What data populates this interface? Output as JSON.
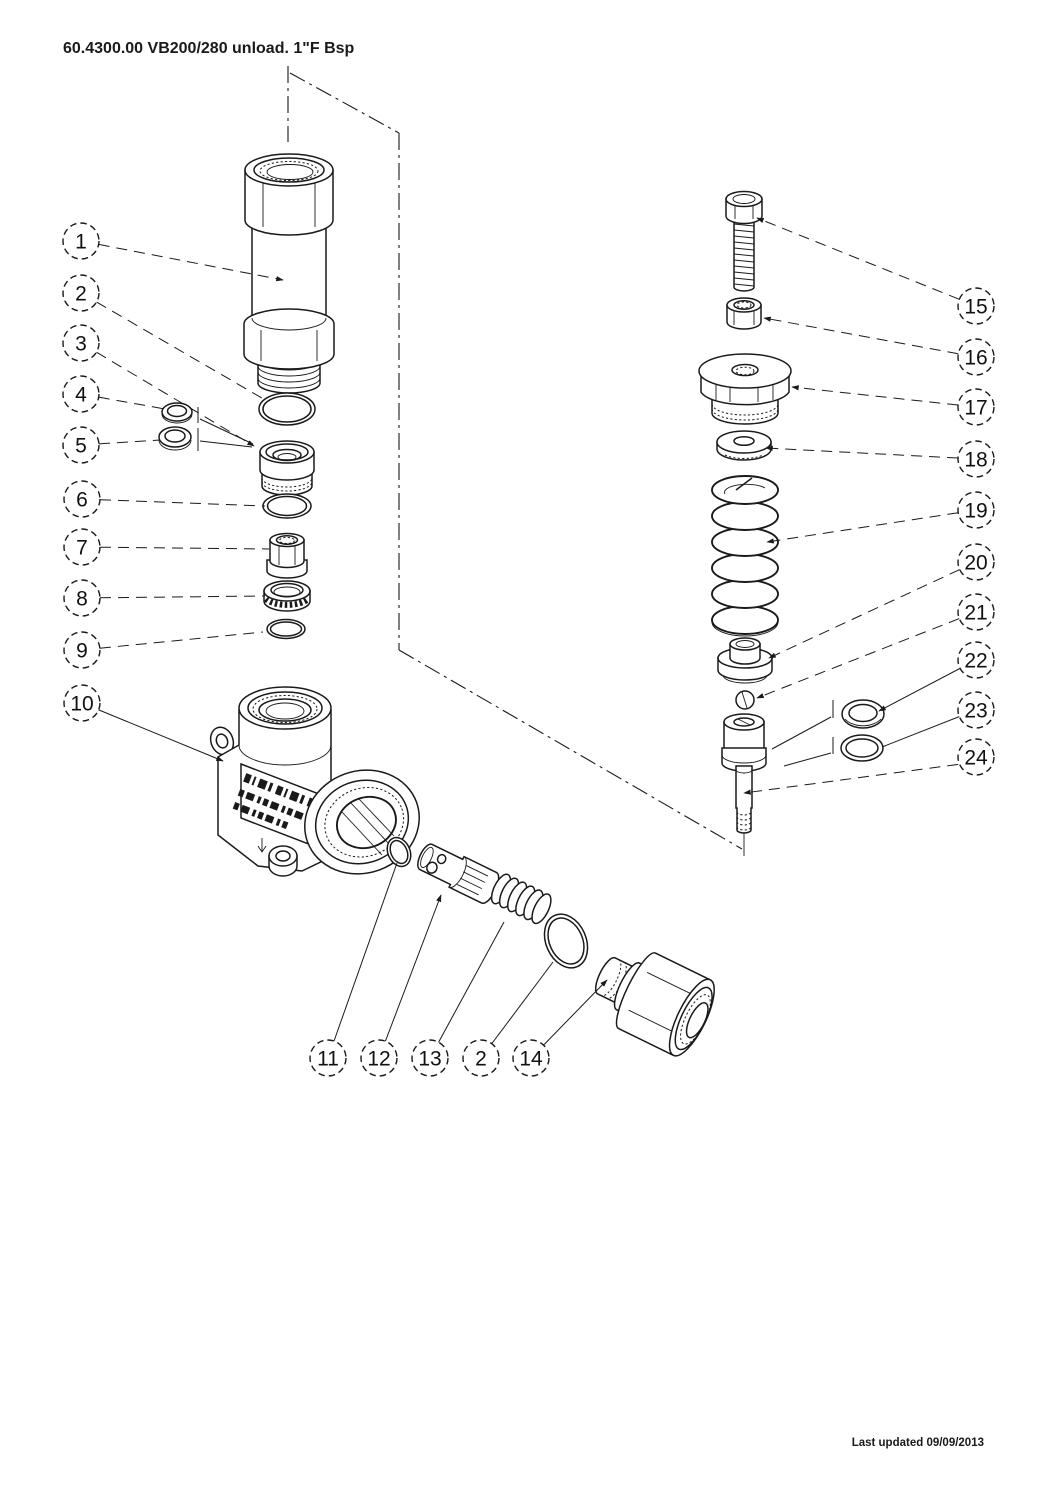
{
  "page": {
    "title": "60.4300.00 VB200/280 unload. 1\"F Bsp",
    "footer": "Last updated 09/09/2013"
  },
  "colors": {
    "ink": "#1a1a1a",
    "paper": "#ffffff"
  },
  "callouts": {
    "left": [
      "1",
      "2",
      "3",
      "4",
      "5",
      "6",
      "7",
      "8",
      "9",
      "10"
    ],
    "bottom": [
      "11",
      "12",
      "13",
      "2",
      "14"
    ],
    "right": [
      "15",
      "16",
      "17",
      "18",
      "19",
      "20",
      "21",
      "22",
      "23",
      "24"
    ]
  }
}
